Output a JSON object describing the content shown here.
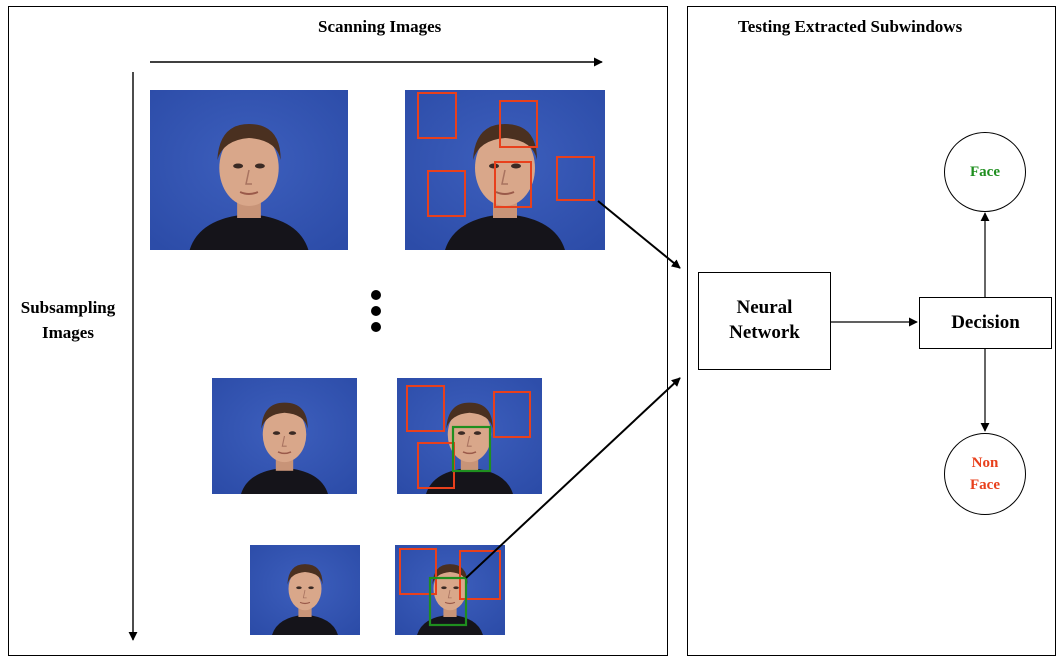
{
  "left_panel": {
    "title": "Scanning Images",
    "side_label_line1": "Subsampling",
    "side_label_line2": "Images"
  },
  "right_panel": {
    "title": "Testing Extracted Subwindows",
    "network_line1": "Neural",
    "network_line2": "Network",
    "decision": "Decision",
    "face": "Face",
    "non_face_line1": "Non",
    "non_face_line2": "Face"
  },
  "colors": {
    "face_text": "#1f8f1f",
    "non_face_text": "#e8401c",
    "negative_window": "#e8401c",
    "positive_window": "#1f8f1f",
    "photo_background": "#2c4ca8"
  }
}
